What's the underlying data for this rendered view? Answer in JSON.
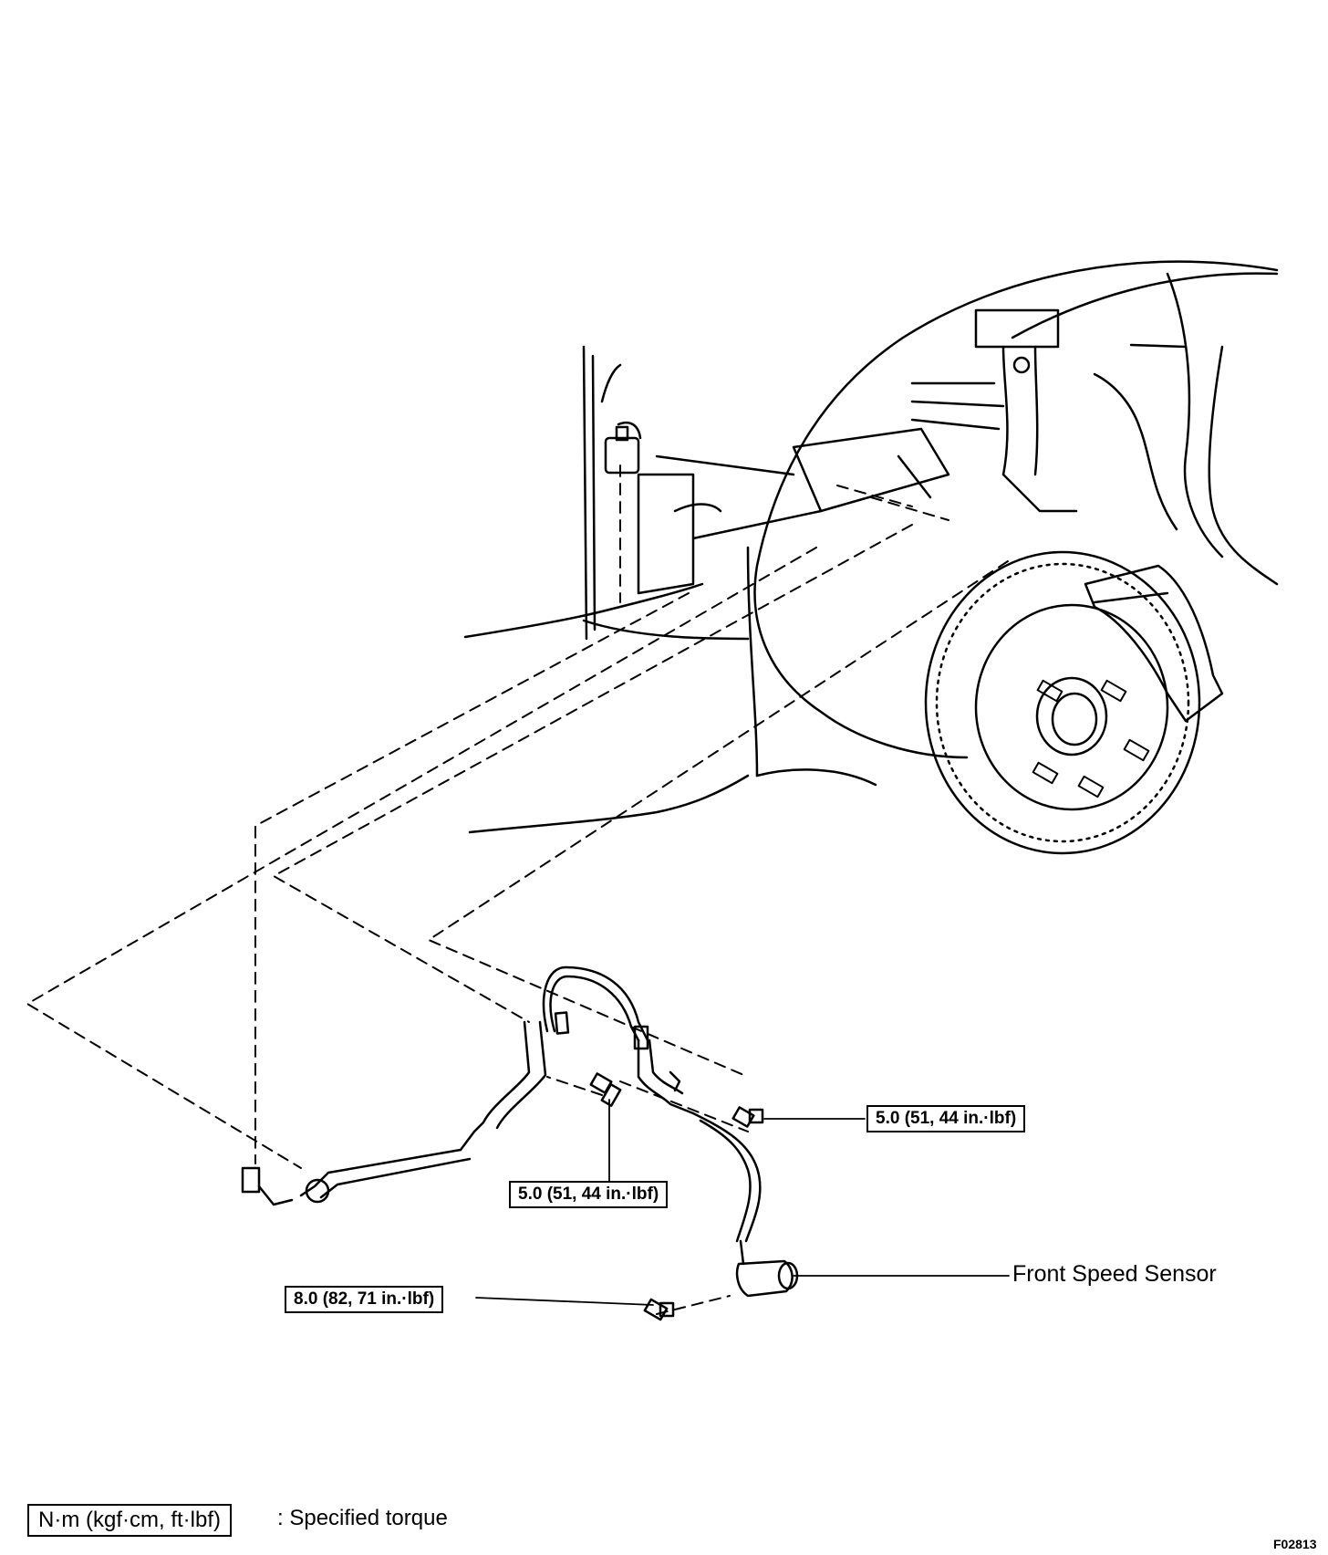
{
  "labels": {
    "front_speed_sensor": "Front Speed Sensor"
  },
  "torques": {
    "upper_right": "5.0 (51, 44 in.·lbf)",
    "middle": "5.0 (51, 44 in.·lbf)",
    "sensor_bolt": "8.0 (82, 71 in.·lbf)"
  },
  "legend": {
    "unit_box": "N·m (kgf·cm, ft·lbf)",
    "description": ": Specified torque"
  },
  "figure_code": "F02813",
  "icons": {
    "bolt": "hex-bolt-icon",
    "connector": "connector-icon",
    "sensor": "speed-sensor-icon",
    "brake_disc": "brake-disc-icon"
  }
}
